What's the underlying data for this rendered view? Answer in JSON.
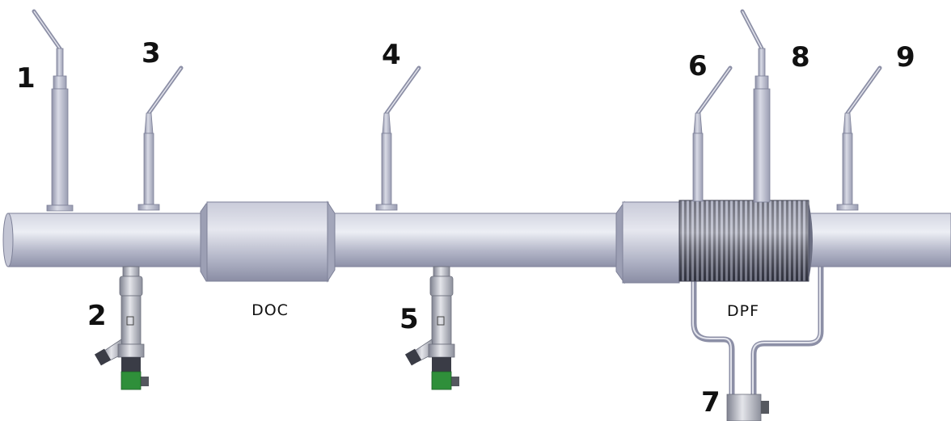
{
  "colors": {
    "pipe": "#b9bccd",
    "pipe_dark": "#8c8fa6",
    "pipe_light": "#e3e4ec",
    "sensor_green": "#2f8f3a",
    "background": "#ffffff"
  },
  "components": {
    "doc_label": "DOC",
    "dpf_label": "DPF"
  },
  "sensors": [
    {
      "number": "1",
      "kind": "temperature-probe-large"
    },
    {
      "number": "2",
      "kind": "pressure-sensor"
    },
    {
      "number": "3",
      "kind": "temperature-probe"
    },
    {
      "number": "4",
      "kind": "temperature-probe"
    },
    {
      "number": "5",
      "kind": "pressure-sensor"
    },
    {
      "number": "6",
      "kind": "temperature-probe"
    },
    {
      "number": "7",
      "kind": "differential-pressure-sensor"
    },
    {
      "number": "8",
      "kind": "temperature-probe-large"
    },
    {
      "number": "9",
      "kind": "temperature-probe"
    }
  ]
}
